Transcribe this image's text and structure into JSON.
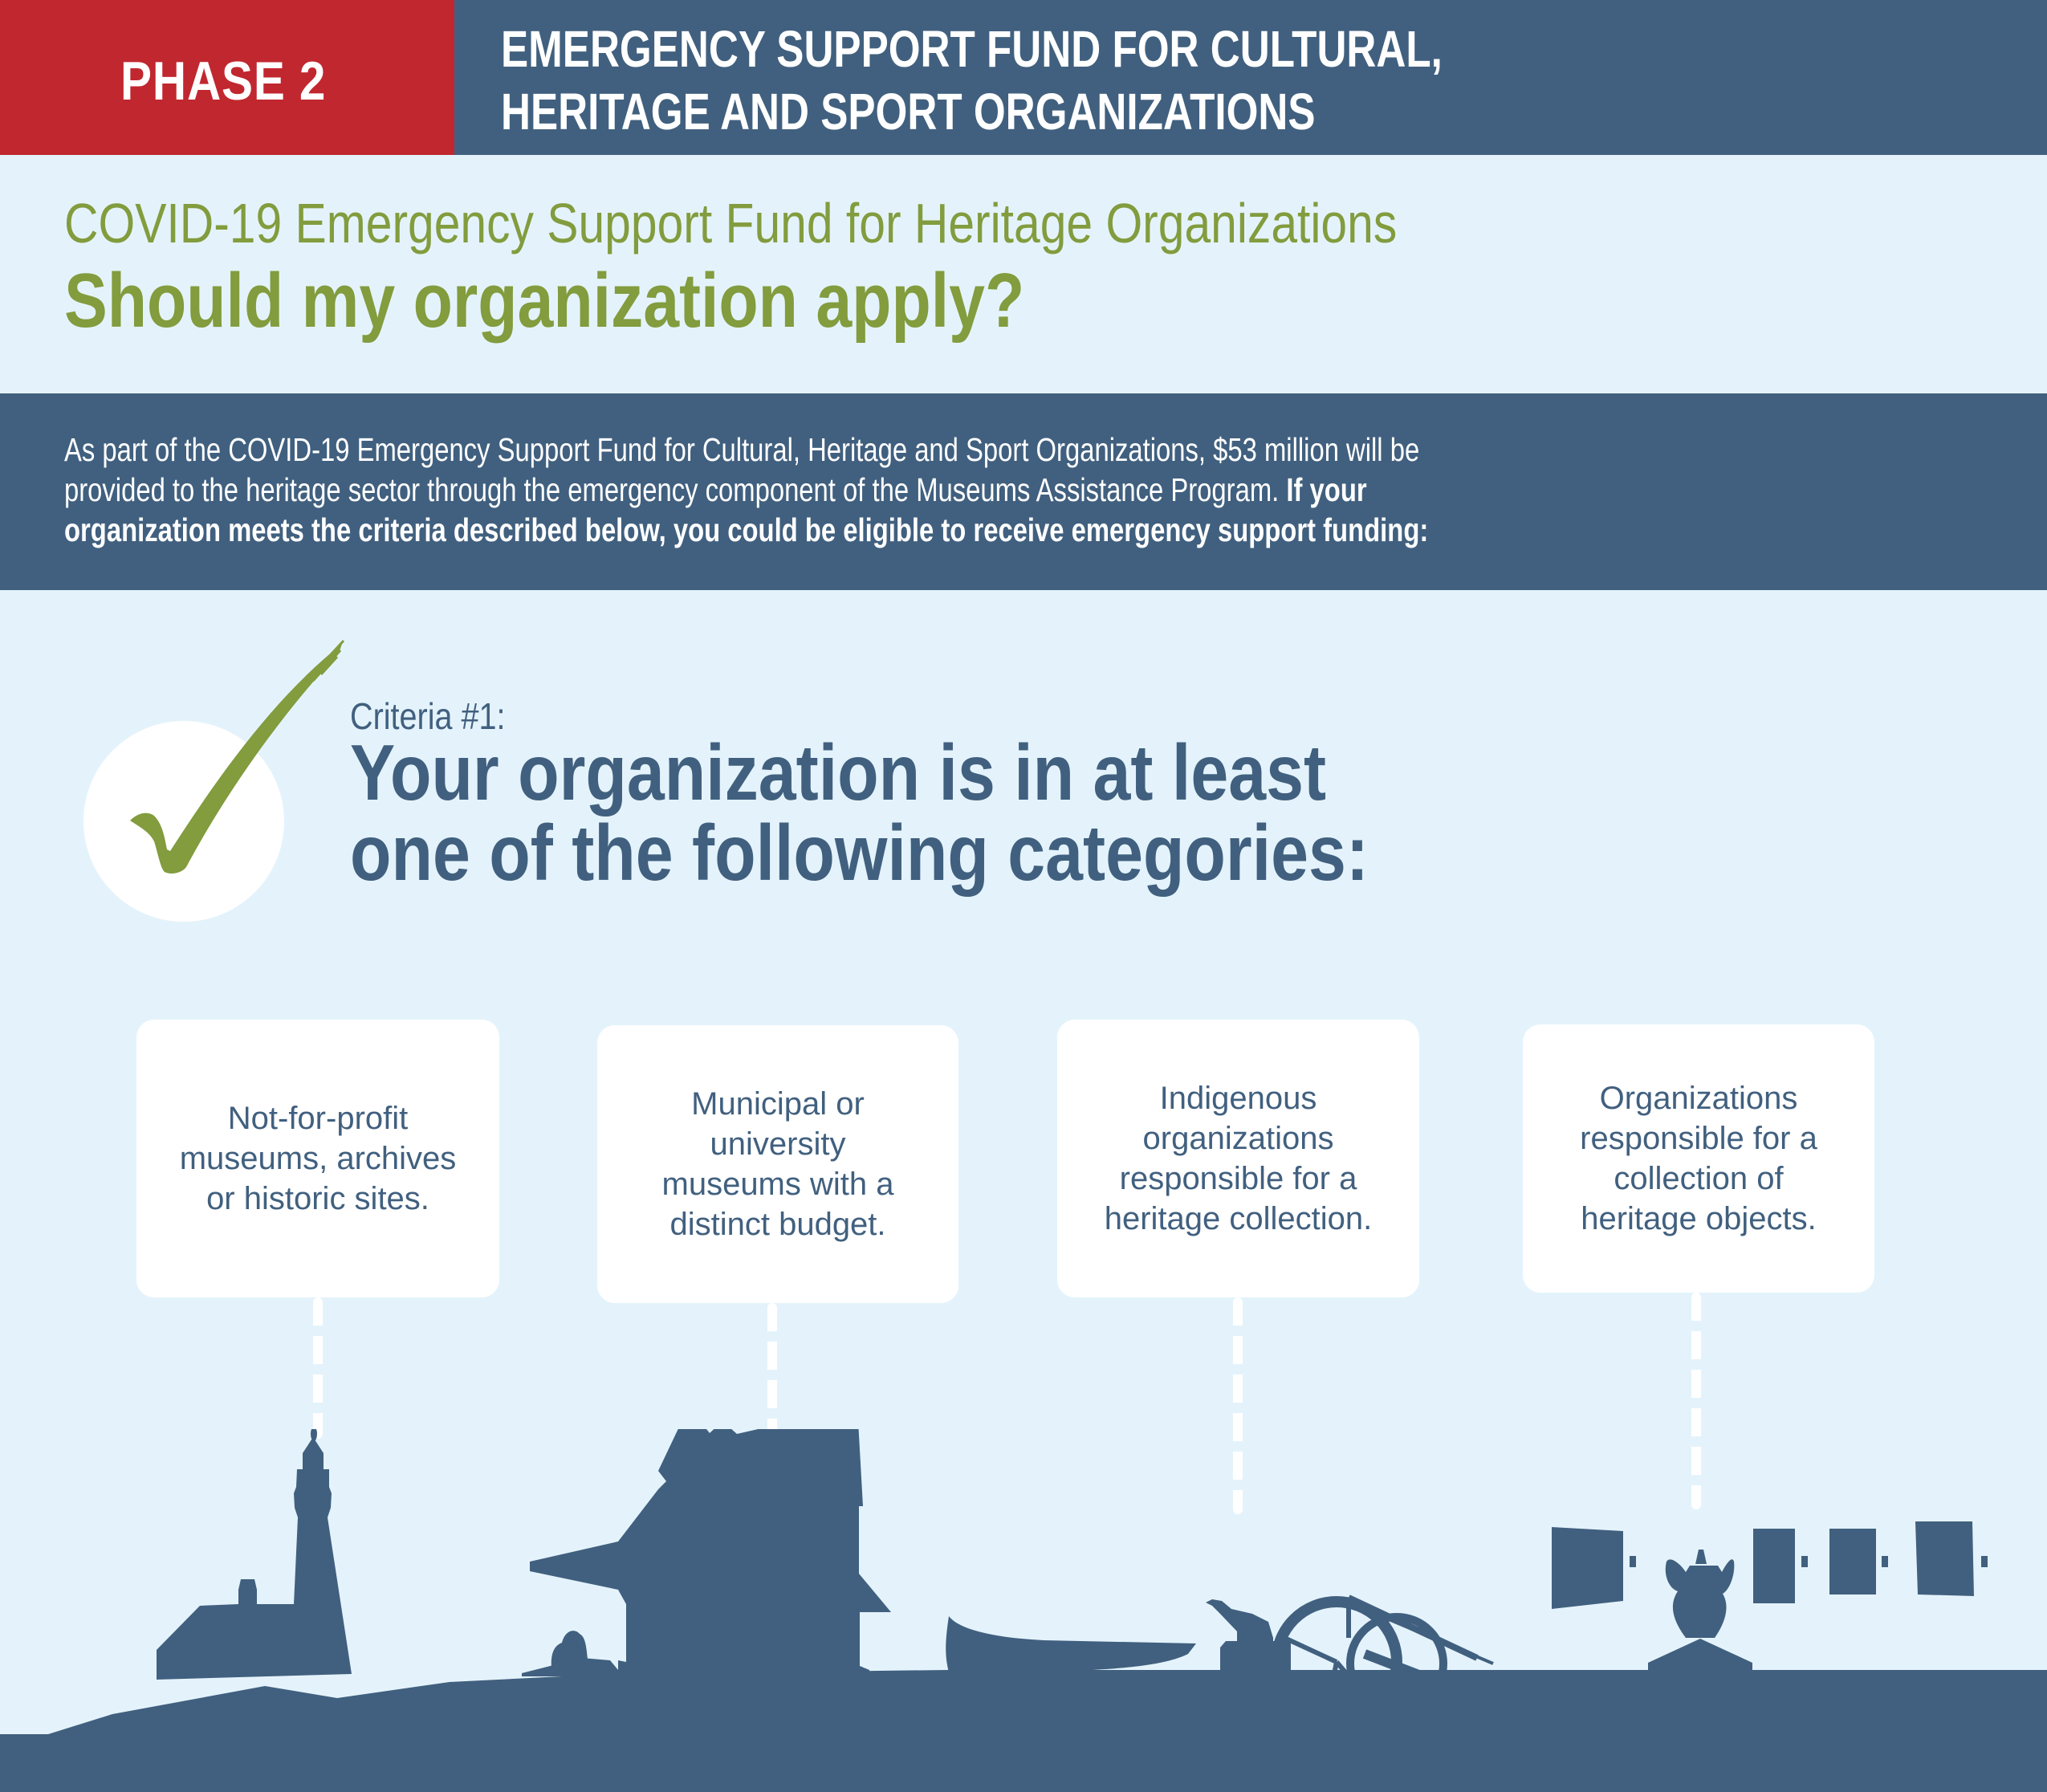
{
  "header": {
    "phase": "PHASE 2",
    "title_line1": "EMERGENCY SUPPORT FUND FOR CULTURAL,",
    "title_line2": "HERITAGE AND SPORT ORGANIZATIONS"
  },
  "titles": {
    "subtitle": "COVID-19 Emergency Support Fund for Heritage Organizations",
    "question": "Should my organization apply?"
  },
  "intro": {
    "line1": "As part of the COVID-19 Emergency Support Fund for Cultural, Heritage and Sport Organizations, $53 million will be",
    "line2_regular": "provided to the heritage sector through the emergency component of the Museums Assistance Program.",
    "line2_bold": " If your",
    "line3_bold": "organization meets the criteria described below, you could be eligible to receive emergency support funding:"
  },
  "criteria": {
    "label": "Criteria #1:",
    "heading_line1": "Your organization is in at least",
    "heading_line2": "one of the following categories:",
    "icon": "checkmark-icon"
  },
  "categories": [
    {
      "text": "Not-for-profit museums, archives or historic sites.",
      "illustration": "lighthouse-icon"
    },
    {
      "text": "Municipal or university museums with a distinct budget.",
      "illustration": "historic-building-icon"
    },
    {
      "text": "Indigenous organizations responsible for a heritage collection.",
      "illustration": "canoe-bear-cart-icon"
    },
    {
      "text": "Organizations responsible for a collection of heritage objects.",
      "illustration": "gallery-teapot-icon"
    }
  ],
  "colors": {
    "red": "#C1272F",
    "navy": "#41607F",
    "green": "#829C3E",
    "background": "#E4F3FB",
    "white": "#FFFFFF"
  }
}
